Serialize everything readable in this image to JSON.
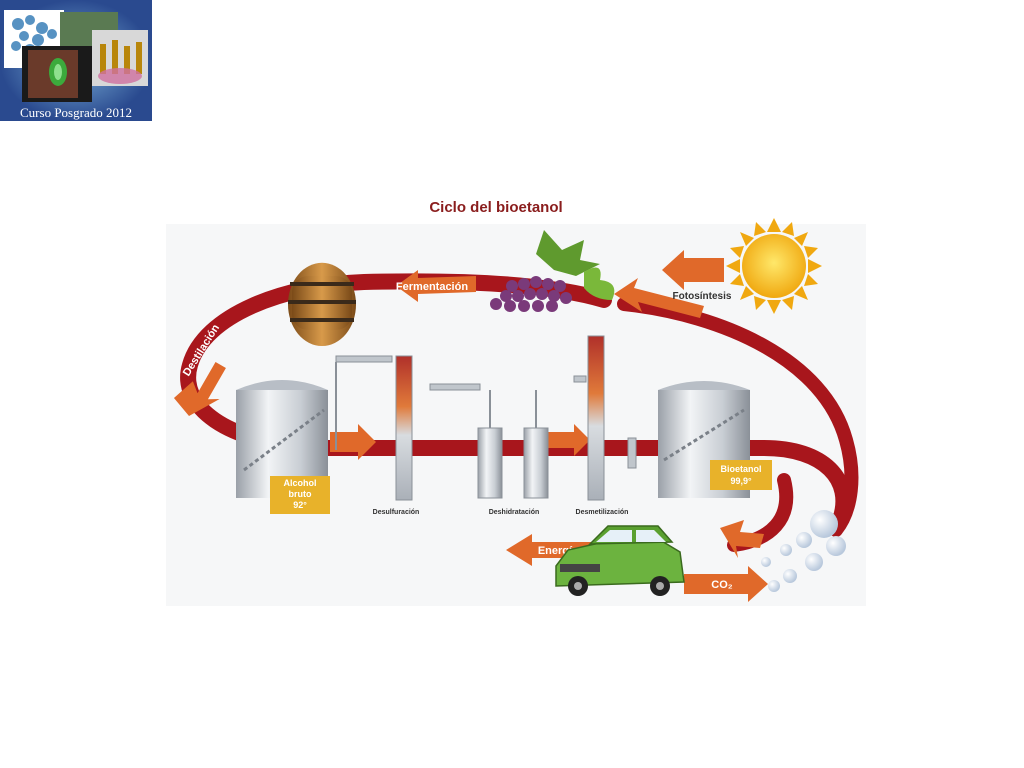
{
  "logo": {
    "caption": "Curso Posgrado 2012"
  },
  "diagram": {
    "title": "Ciclo del bioetanol",
    "cycle_labels": {
      "fermentation": "Fermentación",
      "distillation": "Destilación",
      "photosynthesis": "Fotosíntesis",
      "energy": "Energía",
      "co2": "CO₂"
    },
    "tanks": {
      "raw_alcohol": [
        "Alcohol",
        "bruto",
        "92°"
      ],
      "bioethanol": [
        "Bioetanol",
        "99,9°"
      ]
    },
    "stages": {
      "desulfurization": "Desulfuración",
      "dehydration": "Deshidratación",
      "demethylation": "Desmetilización"
    },
    "icons": [
      "wine-barrel-icon",
      "grapes-icon",
      "sun-icon",
      "car-icon",
      "bubbles-icon"
    ],
    "colors": {
      "title": "#8a1d1d",
      "cycle_arrow": "#a8161c",
      "arrow_orange": "#e0692a",
      "label_box": "#e8b22a",
      "sun": "#f6c516",
      "car": "#6cb33f"
    }
  }
}
